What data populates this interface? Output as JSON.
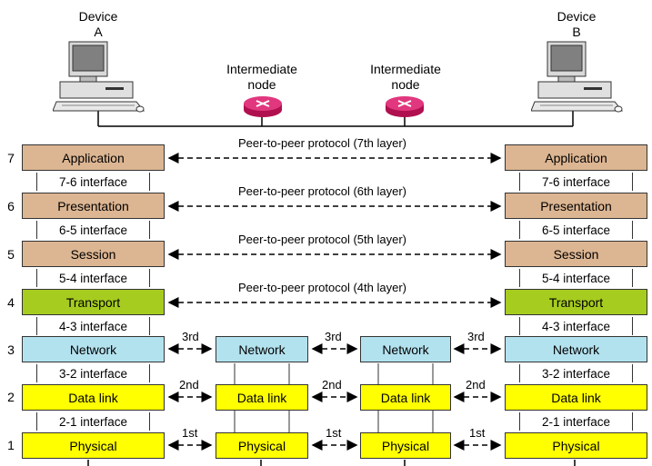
{
  "devices": {
    "a_line1": "Device",
    "a_line2": "A",
    "b_line1": "Device",
    "b_line2": "B",
    "node1_line1": "Intermediate",
    "node1_line2": "node",
    "node2_line1": "Intermediate",
    "node2_line2": "node"
  },
  "layers": [
    {
      "num": "7",
      "name": "Application",
      "color": "#dcb592"
    },
    {
      "num": "6",
      "name": "Presentation",
      "color": "#dcb592"
    },
    {
      "num": "5",
      "name": "Session",
      "color": "#dcb592"
    },
    {
      "num": "4",
      "name": "Transport",
      "color": "#a6cc1f"
    },
    {
      "num": "3",
      "name": "Network",
      "color": "#b3e2ef"
    },
    {
      "num": "2",
      "name": "Data link",
      "color": "#ffff00"
    },
    {
      "num": "1",
      "name": "Physical",
      "color": "#ffff00"
    }
  ],
  "interfaces": [
    "7-6 interface",
    "6-5 interface",
    "5-4 interface",
    "4-3 interface",
    "3-2 interface",
    "2-1 interface"
  ],
  "peer_protocols": [
    "Peer-to-peer protocol (7th layer)",
    "Peer-to-peer protocol (6th layer)",
    "Peer-to-peer protocol (5th layer)",
    "Peer-to-peer protocol (4th layer)"
  ],
  "hop_labels": {
    "third": "3rd",
    "second": "2nd",
    "first": "1st"
  },
  "node_layers": {
    "network": "Network",
    "data_link": "Data link",
    "physical": "Physical"
  },
  "icons": [
    "computer-icon",
    "router-icon"
  ]
}
